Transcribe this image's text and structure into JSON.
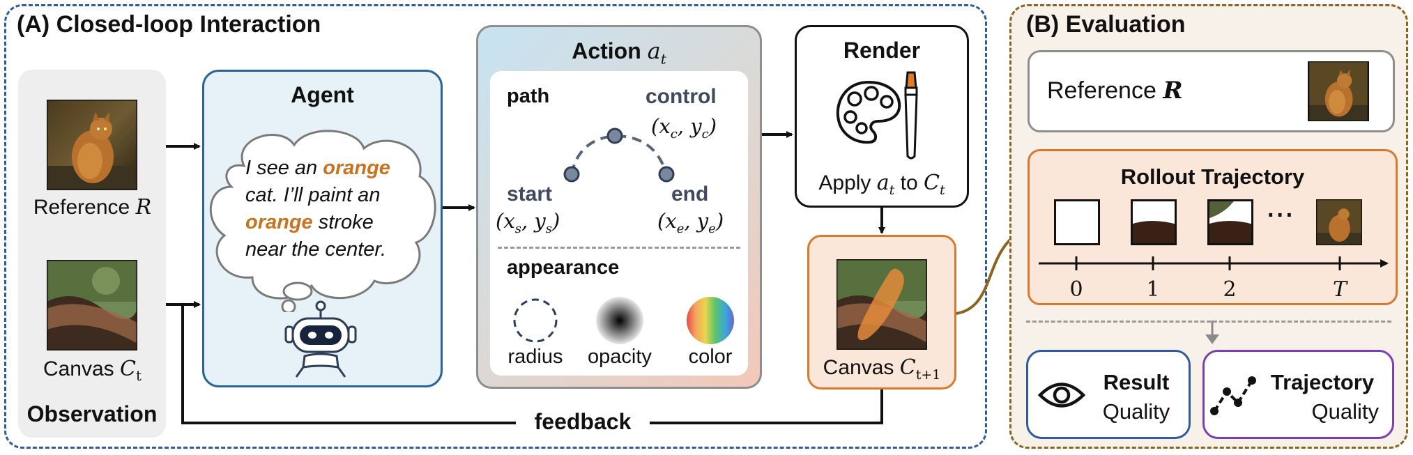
{
  "panel_a": {
    "title": "(A) Closed-loop Interaction",
    "observation": {
      "reference_label": "Reference",
      "reference_symbol": "R",
      "canvas_label": "Canvas",
      "canvas_symbol": "C",
      "canvas_sub": "t",
      "title": "Observation"
    },
    "agent": {
      "title": "Agent",
      "thought_pre": "I see an ",
      "thought_word1": "orange",
      "thought_mid1": " cat. I’ll paint an ",
      "thought_word2": "orange",
      "thought_post": " stroke near the center."
    },
    "action": {
      "title": "Action",
      "symbol": "a",
      "sub": "t",
      "path_label": "path",
      "control_label": "control",
      "control_coord": "(xc, yc)",
      "start_label": "start",
      "start_coord": "(xs, ys)",
      "end_label": "end",
      "end_coord": "(xe, ye)",
      "appearance_label": "appearance",
      "radius_label": "radius",
      "opacity_label": "opacity",
      "color_label": "color"
    },
    "render": {
      "title": "Render",
      "apply_text": "Apply",
      "apply_symbol": "a",
      "apply_sub": "t",
      "to_text": "to",
      "target_symbol": "C",
      "target_sub": "t"
    },
    "next_canvas": {
      "label": "Canvas",
      "symbol": "C",
      "sub": "t+1"
    },
    "feedback_label": "feedback"
  },
  "panel_b": {
    "title": "(B) Evaluation",
    "reference_label": "Reference",
    "reference_symbol": "R",
    "rollout_title": "Rollout Trajectory",
    "ellipsis": "···",
    "ticks": [
      "0",
      "1",
      "2",
      "T"
    ],
    "result_line1": "Result",
    "result_line2": "Quality",
    "trajectory_line1": "Trajectory",
    "trajectory_line2": "Quality"
  },
  "colors": {
    "panel_a_border": "#2f5a9e",
    "panel_b_border": "#8b6420",
    "agent_border": "#2a6396",
    "agent_fill": "#e6f2f8",
    "canvas_next_border": "#d77a2e",
    "canvas_next_fill": "#fbe7da",
    "rollout_border": "#d77a2e",
    "result_border": "#2f5a9e",
    "trajectory_border": "#7b3fb0",
    "orange_text": "#c8731f"
  },
  "icons": [
    "cat-photo",
    "canvas-image",
    "robot-icon",
    "palette-icon",
    "brush-icon",
    "eye-icon",
    "trajectory-icon"
  ]
}
